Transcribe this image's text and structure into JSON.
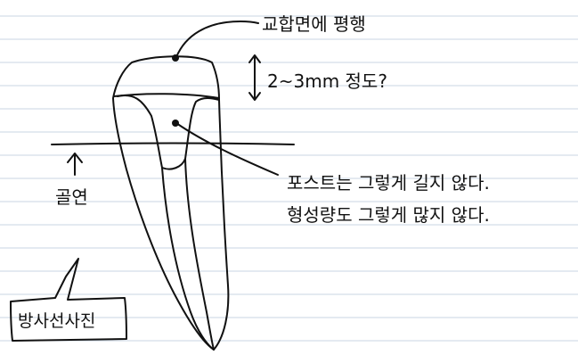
{
  "labels": {
    "occlusal_parallel": "교합면에 평행",
    "crown_height": "2~3mm 정도?",
    "post_note_line1": "포스트는 그렇게 길지 않다.",
    "post_note_line2": "형성량도 그렇게 많지 않다.",
    "bone_level": "골연",
    "radiograph": "방사선사진"
  },
  "colors": {
    "ink": "#111111",
    "paper_line": "#c9d6e3",
    "background": "#ffffff"
  },
  "icons": {
    "up_arrow": "up-arrow-icon",
    "double_arrow": "vertical-double-arrow-icon"
  }
}
